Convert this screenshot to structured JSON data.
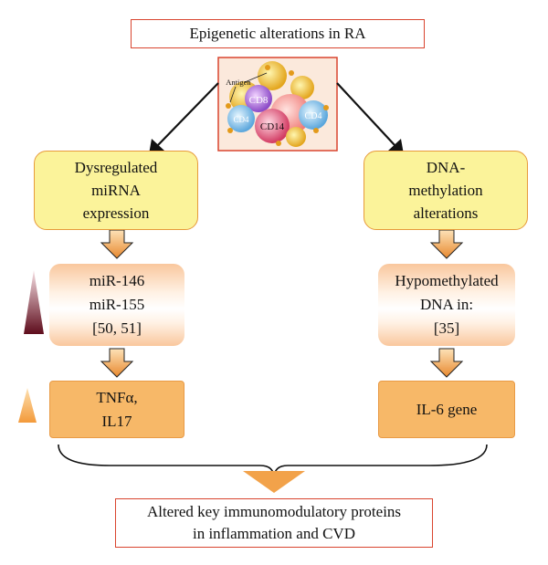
{
  "title": "Epigenetic alterations in RA",
  "image": {
    "antigen_label": "Antigen",
    "cells": [
      "CD8",
      "CD4",
      "CD14",
      "CD4"
    ]
  },
  "left": {
    "top_box": [
      "Dysregulated",
      "miRNA",
      "expression"
    ],
    "middle_box": [
      "miR-146",
      "miR-155",
      "[50, 51]"
    ],
    "bottom_box": [
      "TNFα,",
      "IL17"
    ]
  },
  "right": {
    "top_box": [
      "DNA-",
      "methylation",
      "alterations"
    ],
    "middle_box": [
      "Hypomethylated",
      "DNA in:",
      "[35]"
    ],
    "bottom_box": [
      "IL-6 gene"
    ]
  },
  "conclusion": [
    "Altered key immunomodulatory proteins",
    "in inflammation and CVD"
  ],
  "colors": {
    "title_border": "#d9442e",
    "yellow_fill": "#fbf39a",
    "orange_fill": "#f7b868",
    "arrow_fill": "#f2a24a",
    "triangle_dark": "#6b1020"
  }
}
